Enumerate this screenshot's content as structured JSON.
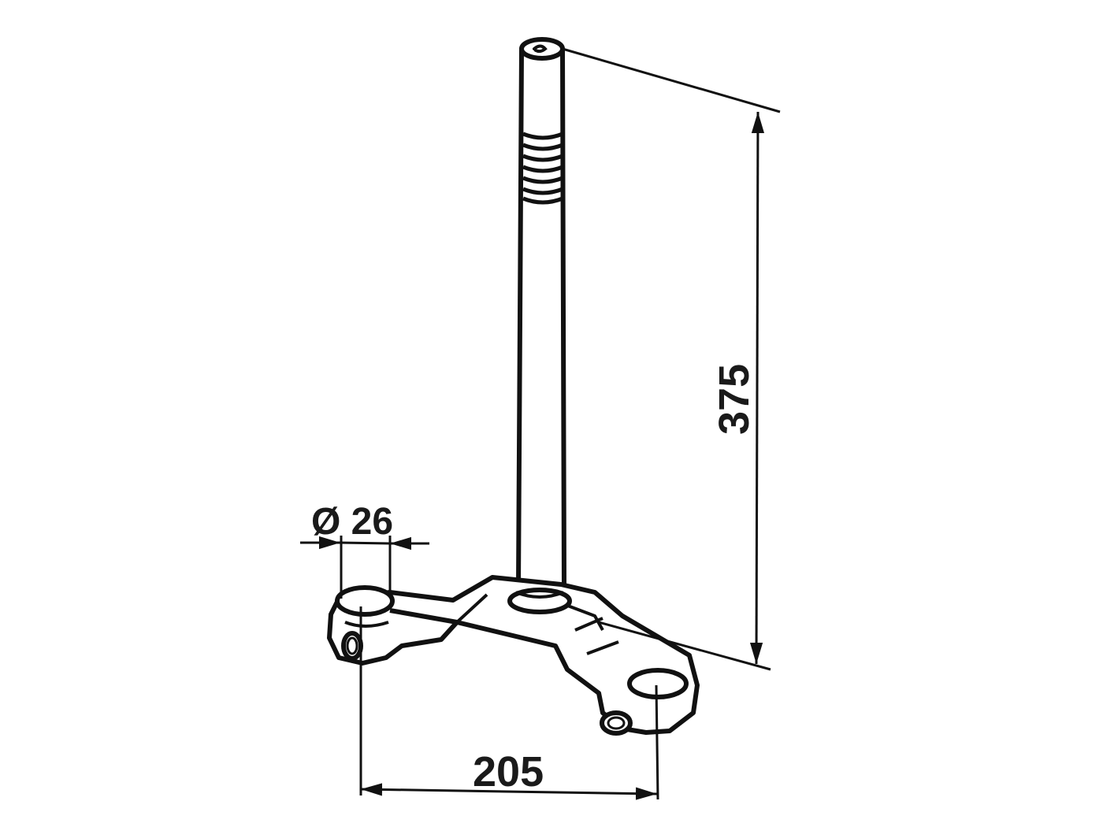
{
  "diagram": {
    "subject": "steering stem with lower triple clamp",
    "line_color": "#111111",
    "background": "#ffffff",
    "dimensions": {
      "stem_length": {
        "label": "375",
        "orientation": "vertical"
      },
      "fork_spacing": {
        "label": "205",
        "orientation": "horizontal"
      },
      "fork_diameter": {
        "label": "Ø 26",
        "orientation": "horizontal"
      }
    }
  }
}
